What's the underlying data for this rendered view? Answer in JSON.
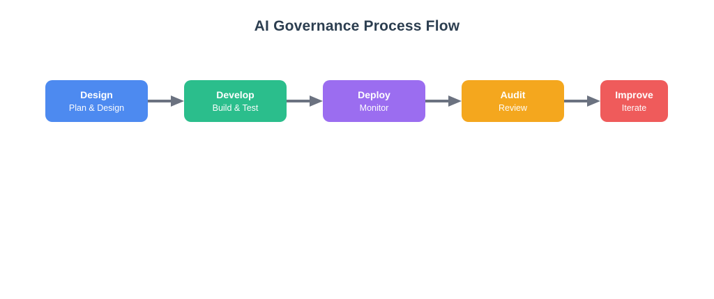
{
  "title": "AI Governance Process Flow",
  "colors": {
    "title_text": "#2c3e50",
    "arrow": "#6b7280",
    "node_text": "#ffffff"
  },
  "diagram": {
    "type": "process-flow",
    "direction": "left-to-right",
    "nodes": [
      {
        "label": "Design",
        "sublabel": "Plan & Design",
        "color": "#4d8af0"
      },
      {
        "label": "Develop",
        "sublabel": "Build & Test",
        "color": "#2bbe8c"
      },
      {
        "label": "Deploy",
        "sublabel": "Monitor",
        "color": "#9b6df0"
      },
      {
        "label": "Audit",
        "sublabel": "Review",
        "color": "#f4a71e"
      },
      {
        "label": "Improve",
        "sublabel": "Iterate",
        "color": "#ef5b5b"
      }
    ],
    "edges": [
      {
        "from": "Design",
        "to": "Develop"
      },
      {
        "from": "Develop",
        "to": "Deploy"
      },
      {
        "from": "Deploy",
        "to": "Audit"
      },
      {
        "from": "Audit",
        "to": "Improve"
      }
    ]
  }
}
